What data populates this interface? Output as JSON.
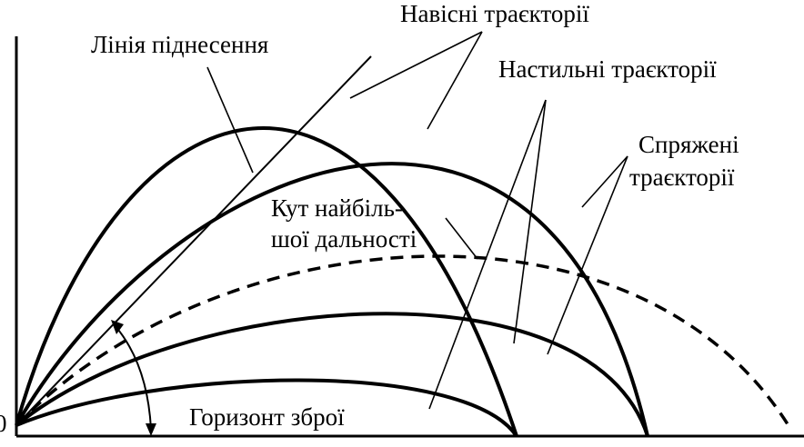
{
  "labels": {
    "origin": "0",
    "elevation_line": "Лінія піднесення",
    "high_trajectories": "Навісні траєкторії",
    "flat_trajectories": "Настильні траєкторії",
    "conjugate_line1": "Спряжені",
    "conjugate_line2": "траєкторії",
    "max_range_angle_line1": "Кут найбіль-",
    "max_range_angle_line2": "шої дальності",
    "weapon_horizon": "Горизонт зброї"
  },
  "colors": {
    "ink": "#000000",
    "background": "#ffffff"
  }
}
